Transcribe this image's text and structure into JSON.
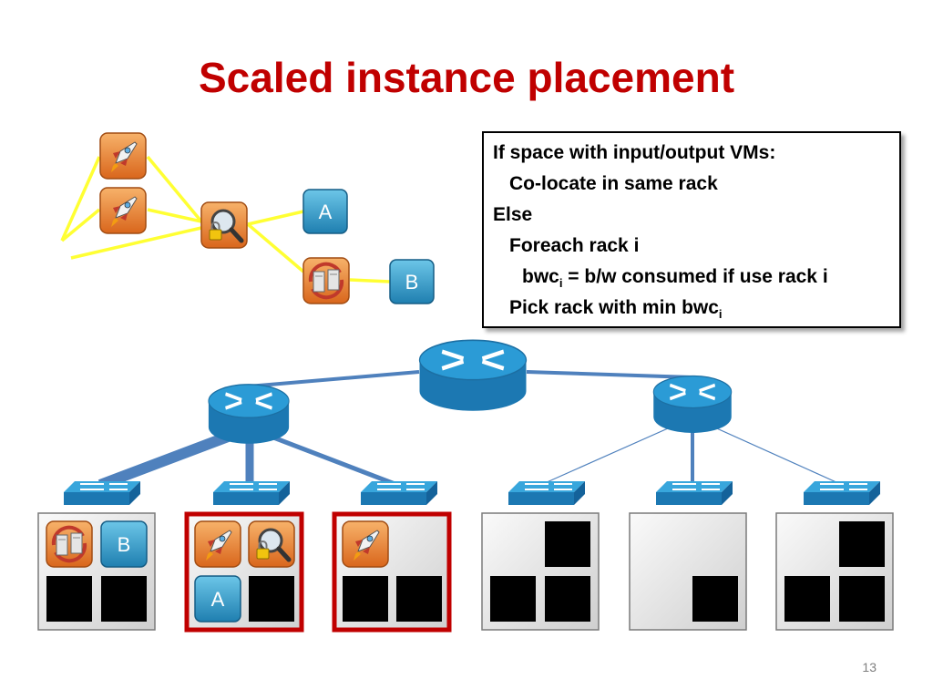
{
  "title": "Scaled instance placement",
  "algorithm": {
    "line1": "If space with input/output VMs:",
    "line2": "Co-locate in same rack",
    "line3": "Else",
    "line4": "Foreach rack i",
    "line5_pre": "bwc",
    "line5_sub": "i",
    "line5_post": " = b/w consumed if use rack i",
    "line6_pre": "Pick rack with min bwc",
    "line6_sub": "i"
  },
  "labels": {
    "a": "A",
    "b": "B"
  },
  "page_number": "13",
  "colors": {
    "title": "#c00000",
    "selected_rack_border": "#c00000",
    "router_blue": "#1f8fcf",
    "link_blue": "#4f81bd",
    "graph_edge": "#ffff33",
    "vm_orange": "#e8822a",
    "vm_teal": "#3aa3cc"
  },
  "icons": [
    "rocket-icon",
    "magnifier-lock-icon",
    "server-sync-icon",
    "router-icon",
    "switch-icon"
  ]
}
